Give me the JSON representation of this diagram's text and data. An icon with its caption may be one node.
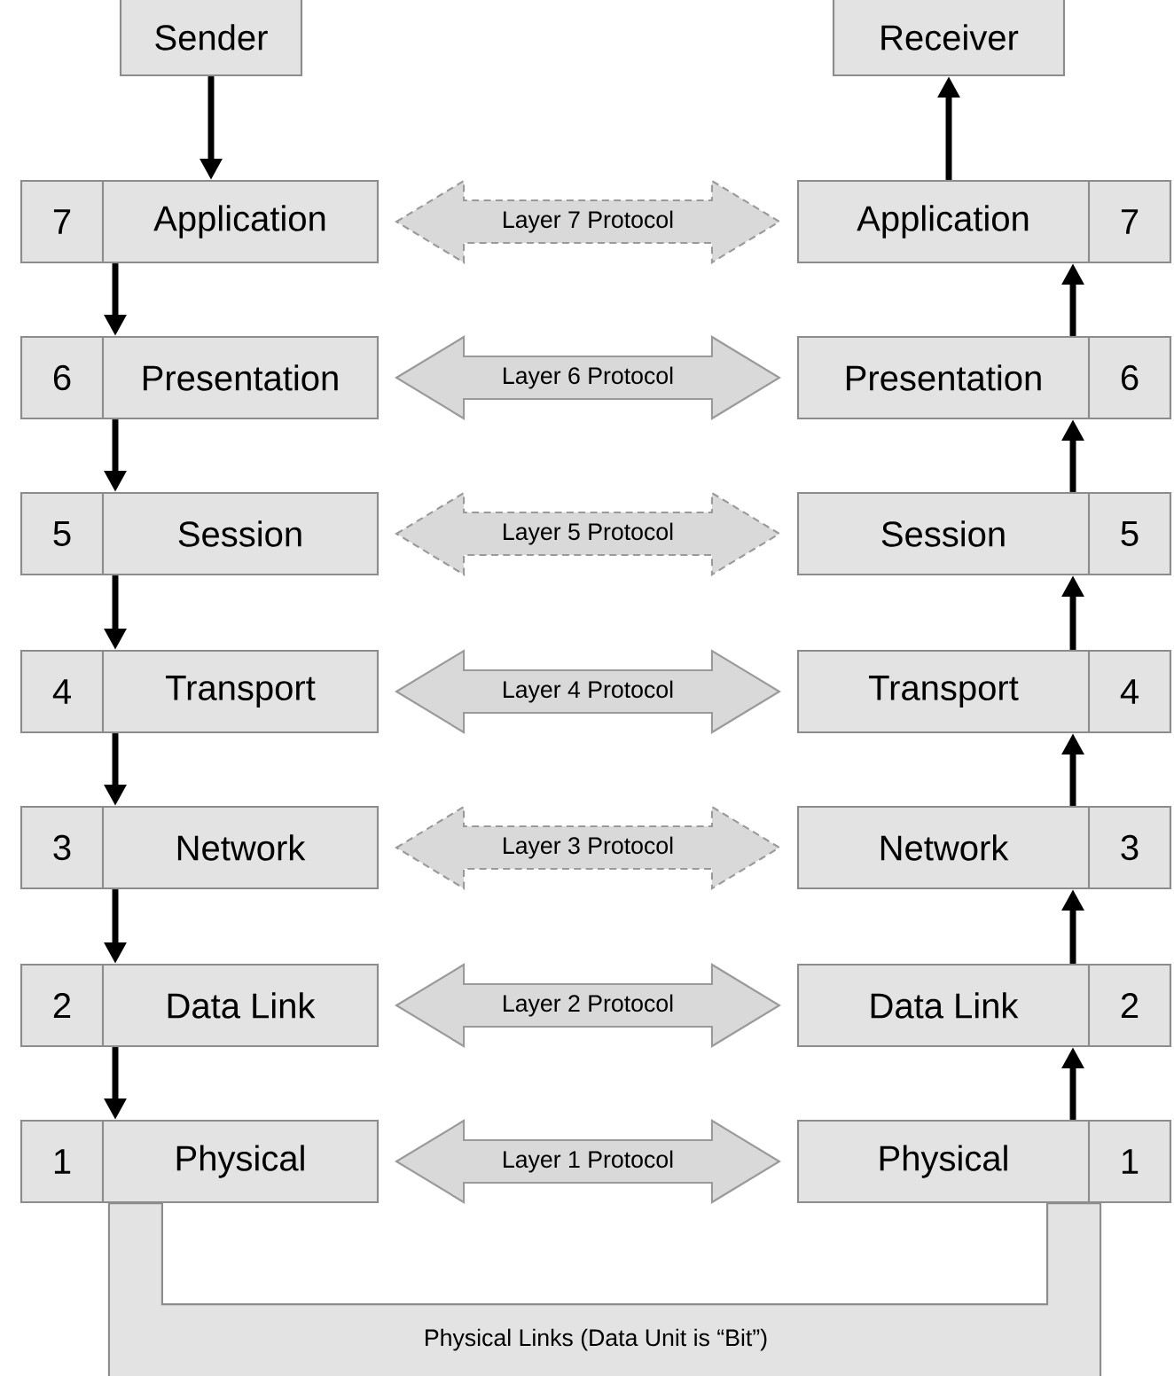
{
  "diagram": {
    "nodes": [
      {
        "text": [
          "Sender"
        ]
      },
      {
        "text": [
          "Receiver"
        ]
      },
      {
        "text": [
          "7",
          "Application"
        ]
      },
      {
        "text": [
          "6",
          "Presentation"
        ]
      },
      {
        "text": [
          "5",
          "Session"
        ]
      },
      {
        "text": [
          "4",
          "Transport"
        ]
      },
      {
        "text": [
          "3",
          "Network"
        ]
      },
      {
        "text": [
          "2",
          "Data Link"
        ]
      },
      {
        "text": [
          "1",
          "Physical"
        ]
      },
      {
        "text": [
          "Application",
          "7"
        ]
      },
      {
        "text": [
          "Presentation",
          "6"
        ]
      },
      {
        "text": [
          "Session",
          "5"
        ]
      },
      {
        "text": [
          "Transport",
          "4"
        ]
      },
      {
        "text": [
          "Network",
          "3"
        ]
      },
      {
        "text": [
          "Data Link",
          "2"
        ]
      },
      {
        "text": [
          "Physical",
          "1"
        ]
      }
    ],
    "edges": [
      {
        "from": 0,
        "to": 2,
        "arrow": "to"
      },
      {
        "from": 2,
        "to": 3,
        "arrow": "to"
      },
      {
        "from": 3,
        "to": 4,
        "arrow": "to"
      },
      {
        "from": 4,
        "to": 5,
        "arrow": "to"
      },
      {
        "from": 5,
        "to": 6,
        "arrow": "to"
      },
      {
        "from": 6,
        "to": 7,
        "arrow": "to"
      },
      {
        "from": 7,
        "to": 8,
        "arrow": "to"
      },
      {
        "from": 15,
        "to": 14,
        "arrow": "to"
      },
      {
        "from": 14,
        "to": 13,
        "arrow": "to"
      },
      {
        "from": 13,
        "to": 12,
        "arrow": "to"
      },
      {
        "from": 12,
        "to": 11,
        "arrow": "to"
      },
      {
        "from": 11,
        "to": 10,
        "arrow": "to"
      },
      {
        "from": 10,
        "to": 9,
        "arrow": "to"
      },
      {
        "from": 9,
        "to": 1,
        "arrow": "to"
      },
      {
        "from": 2,
        "to": 9,
        "arrow": "both",
        "label": "Layer 7 Protocol",
        "style": "dashed"
      },
      {
        "from": 3,
        "to": 10,
        "arrow": "both",
        "label": "Layer 6 Protocol"
      },
      {
        "from": 4,
        "to": 11,
        "arrow": "both",
        "label": "Layer 5 Protocol",
        "style": "dashed"
      },
      {
        "from": 5,
        "to": 12,
        "arrow": "both",
        "label": "Layer 4 Protocol"
      },
      {
        "from": 6,
        "to": 13,
        "arrow": "both",
        "label": "Layer 3 Protocol",
        "style": "dashed"
      },
      {
        "from": 7,
        "to": 14,
        "arrow": "both",
        "label": "Layer 2 Protocol"
      },
      {
        "from": 8,
        "to": 15,
        "arrow": "both",
        "label": "Layer 1 Protocol"
      },
      {
        "from": 8,
        "to": 15,
        "arrow": "none",
        "label": "Physical Links (Data Unit is “Bit”)",
        "style": "thick"
      }
    ]
  }
}
